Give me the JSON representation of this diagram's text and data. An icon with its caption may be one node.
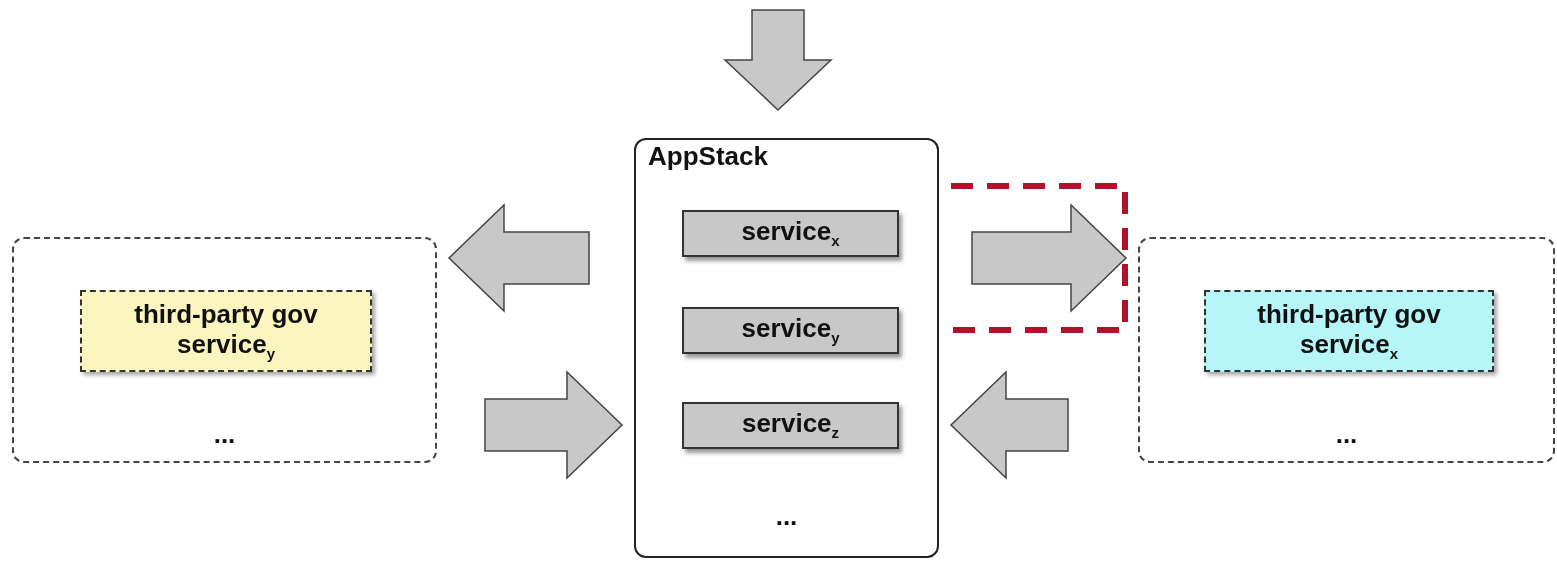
{
  "diagram": {
    "nodes": [
      {
        "text": [
          "..."
        ]
      },
      {
        "text": [
          "third-party gov service$_{y}$"
        ],
        "in": 0
      },
      {
        "text": [
          "AppStack",
          "..."
        ]
      },
      {
        "text": [
          "service$_{x}$"
        ],
        "in": 2
      },
      {
        "text": [
          "service$_{y}$"
        ],
        "in": 2
      },
      {
        "text": [
          "service$_{z}$"
        ],
        "in": 2
      },
      {
        "text": [
          "..."
        ]
      },
      {
        "text": [
          "third-party gov service$_{x}$"
        ],
        "in": 6
      }
    ],
    "edges": [
      {
        "from": null,
        "to": 2,
        "arrow": "to"
      },
      {
        "from": 2,
        "to": 0,
        "arrow": "to"
      },
      {
        "from": 0,
        "to": 2,
        "arrow": "to"
      },
      {
        "from": 2,
        "to": 6,
        "arrow": "to"
      },
      {
        "from": 6,
        "to": 2,
        "arrow": "to"
      }
    ]
  }
}
